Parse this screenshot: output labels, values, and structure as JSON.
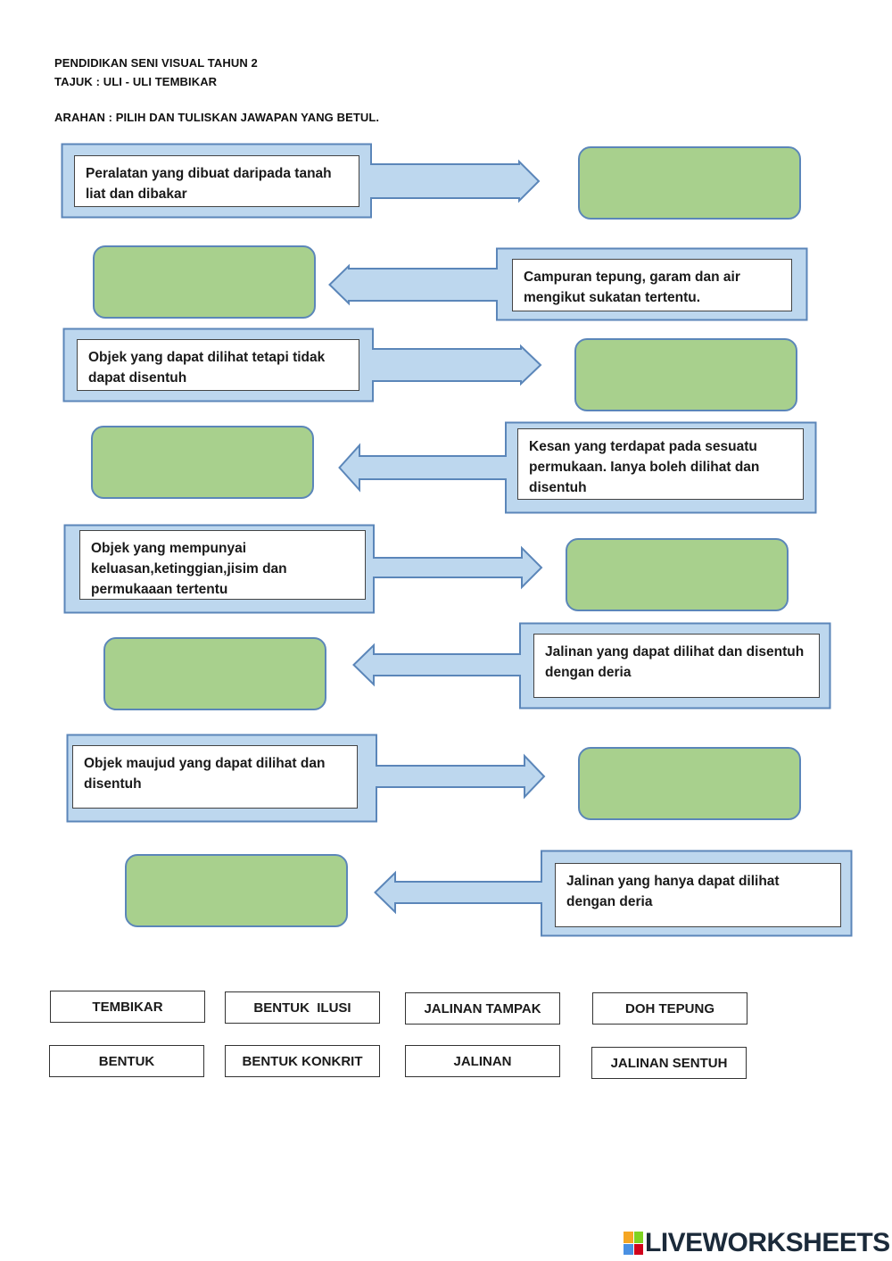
{
  "header": {
    "line1": "PENDIDIKAN SENI VISUAL  TAHUN 2",
    "line2": "TAJUK :  ULI - ULI TEMBIKAR",
    "line3": "ARAHAN : PILIH DAN TULISKAN JAWAPAN YANG BETUL."
  },
  "questions": [
    "Peralatan yang dibuat daripada tanah liat dan dibakar",
    "Campuran tepung, garam dan air mengikut sukatan tertentu.",
    "Objek yang dapat dilihat tetapi tidak dapat disentuh",
    "Kesan yang terdapat pada sesuatu permukaan. Ianya boleh dilihat dan disentuh",
    "Objek yang mempunyai keluasan,ketinggian,jisim dan permukaaan tertentu",
    "Jalinan yang dapat dilihat dan disentuh dengan deria",
    "Objek maujud yang dapat dilihat dan disentuh",
    "Jalinan yang hanya dapat dilihat dengan deria"
  ],
  "answers": [
    "",
    "",
    "",
    "",
    "",
    "",
    "",
    ""
  ],
  "options": [
    "TEMBIKAR",
    "BENTUK  ILUSI",
    "JALINAN TAMPAK",
    "DOH TEPUNG",
    "BENTUK",
    "BENTUK KONKRIT",
    "JALINAN",
    "JALINAN SENTUH"
  ],
  "logo": {
    "text": "LIVEWORKSHEETS"
  },
  "colors": {
    "callout_fill": "#bdd7ee",
    "callout_stroke": "#5b86b9",
    "answer_fill": "#a8d08d"
  }
}
